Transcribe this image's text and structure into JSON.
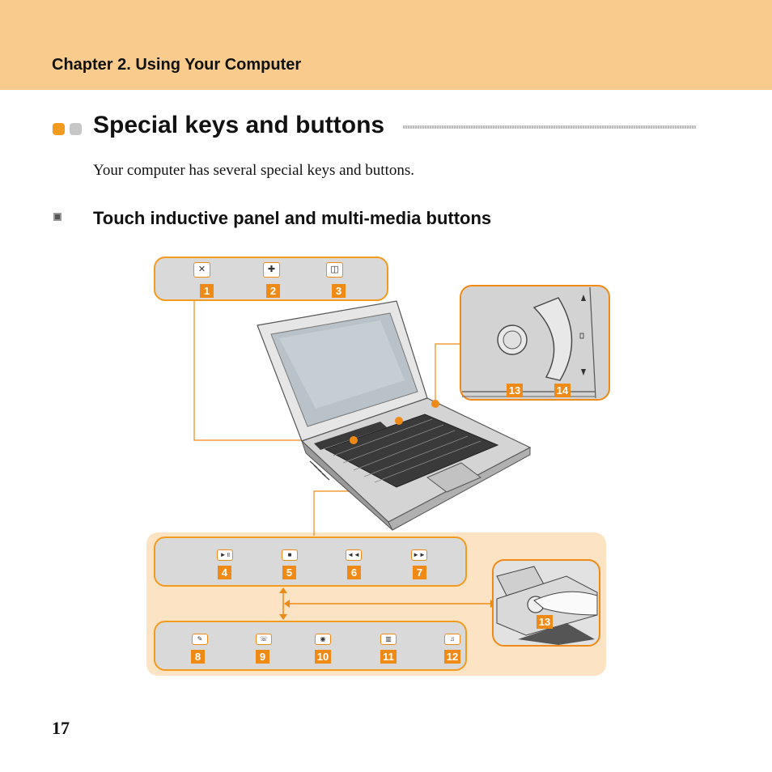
{
  "header": {
    "chapter": "Chapter 2. Using Your Computer"
  },
  "section": {
    "title": "Special keys and buttons",
    "intro": "Your computer has several special keys and buttons."
  },
  "subsection": {
    "title": "Touch inductive panel and multi-media buttons"
  },
  "page_number": "17",
  "colors": {
    "header_bg": "#f9cc8d",
    "accent": "#f08a17",
    "panel_bg": "#d9d9d9",
    "callout_bg": "#fce3c3"
  },
  "figure": {
    "top_panel": {
      "buttons": [
        {
          "label": "1",
          "icon": "mute-icon"
        },
        {
          "label": "2",
          "icon": "brightness-icon"
        },
        {
          "label": "3",
          "icon": "dolby-icon"
        }
      ]
    },
    "media_panel": {
      "buttons": [
        {
          "label": "4",
          "icon": "play-pause-icon"
        },
        {
          "label": "5",
          "icon": "stop-icon"
        },
        {
          "label": "6",
          "icon": "previous-track-icon"
        },
        {
          "label": "7",
          "icon": "next-track-icon"
        }
      ]
    },
    "app_panel": {
      "buttons": [
        {
          "label": "8",
          "icon": "pen-icon"
        },
        {
          "label": "9",
          "icon": "phone-icon"
        },
        {
          "label": "10",
          "icon": "webcam-icon"
        },
        {
          "label": "11",
          "icon": "keyboard-icon"
        },
        {
          "label": "12",
          "icon": "music-icon"
        }
      ]
    },
    "volume_callout": {
      "labels": [
        "13",
        "14"
      ]
    },
    "touch_callout": {
      "label": "13"
    }
  }
}
